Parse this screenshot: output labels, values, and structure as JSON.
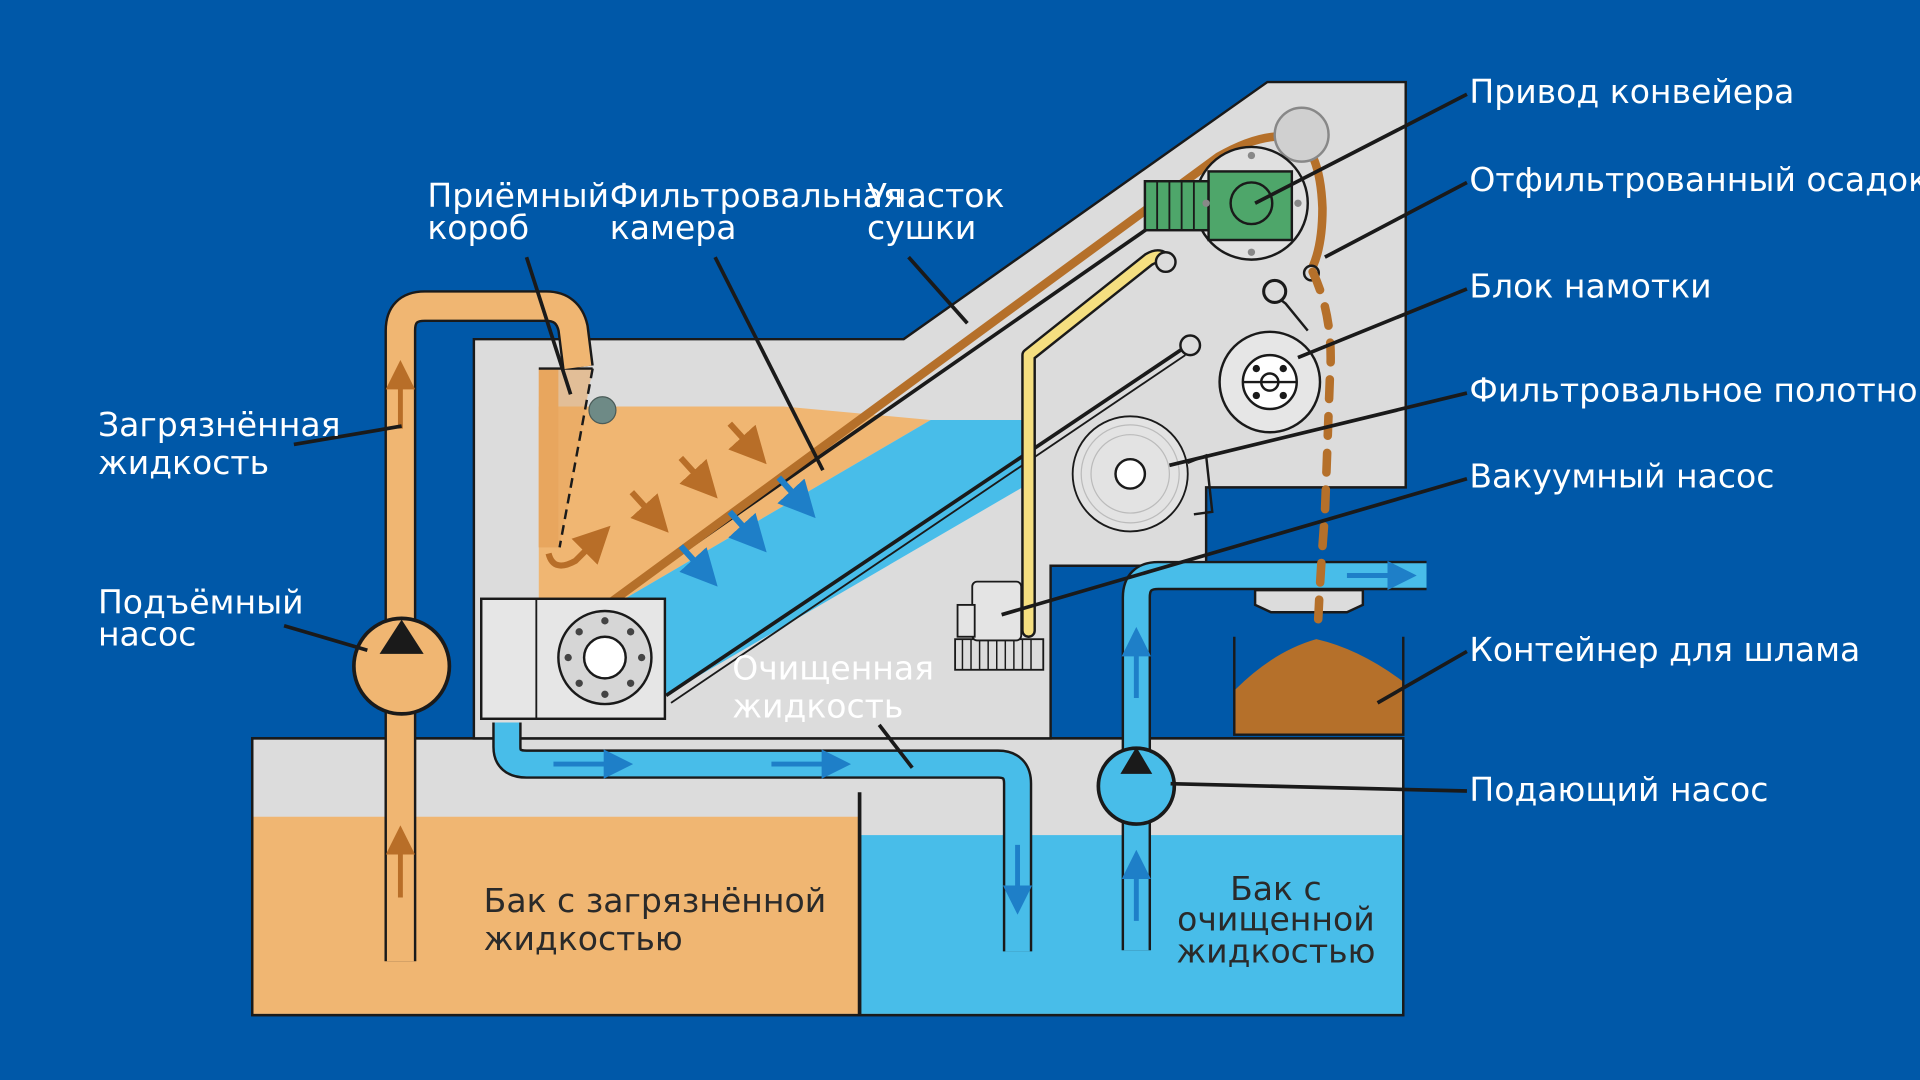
{
  "labels": {
    "conveyor_drive": "Привод конвейера",
    "filtered_sludge": "Отфильтрованный осадок",
    "winding_unit": "Блок намотки",
    "filter_fabric": "Фильтровальное полотно",
    "vacuum_pump": "Вакуумный насос",
    "sludge_container": "Контейнер для шлама",
    "feed_pump": "Подающий насос",
    "receiving_box_line1": "Приёмный",
    "receiving_box_line2": "короб",
    "filter_chamber_line1": "Фильтровальная",
    "filter_chamber_line2": "камера",
    "drying_section_line1": "Участок",
    "drying_section_line2": "сушки",
    "dirty_liquid_line1": "Загрязнённая",
    "dirty_liquid_line2": "жидкость",
    "lift_pump_line1": "Подъёмный",
    "lift_pump_line2": "насос",
    "clean_liquid_line1": "Очищенная",
    "clean_liquid_line2": "жидкость",
    "dirty_tank_line1": "Бак с загрязнённой",
    "dirty_tank_line2": "жидкостью",
    "clean_tank_line1": "Бак с",
    "clean_tank_line2": "очищенной",
    "clean_tank_line3": "жидкостью"
  },
  "colors": {
    "background": "#0058a8",
    "dirty_liquid": "#f0b672",
    "dirty_arrow": "#b86e28",
    "clean_liquid": "#48bde9",
    "clean_arrow": "#1e7fc8",
    "machine_body": "#dcdcdc",
    "motor_green": "#4ea66a",
    "sludge": "#b5702a",
    "vacuum_hose": "#f5df80"
  },
  "icons": {
    "pump": "pump-triangle-icon",
    "motor": "motor-icon",
    "roller": "roller-icon",
    "vacuum": "vacuum-pump-icon"
  }
}
